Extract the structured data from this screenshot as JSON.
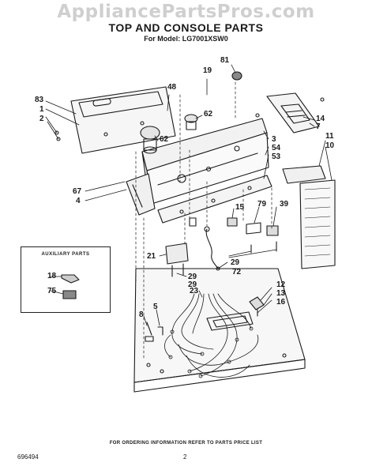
{
  "watermark": "AppliancePartsPros.com",
  "title": "TOP AND CONSOLE PARTS",
  "subtitle": "For Model: LG7001XSW0",
  "auxiliary_title": "AUXILIARY PARTS",
  "footer_note": "FOR ORDERING INFORMATION REFER TO PARTS PRICE LIST",
  "document_number": "696494",
  "page_number": "2",
  "callouts": {
    "c83": "83",
    "c1": "1",
    "c2": "2",
    "c48": "48",
    "c19": "19",
    "c81": "81",
    "c62a": "62",
    "c62b": "62",
    "c14": "14",
    "c7": "7",
    "c11": "11",
    "c10": "10",
    "c3": "3",
    "c54": "54",
    "c53": "53",
    "c67": "67",
    "c4": "4",
    "c15": "15",
    "c79": "79",
    "c39": "39",
    "c21": "21",
    "c29a": "29",
    "c29b": "29",
    "c72": "72",
    "c29c": "29",
    "c23": "23",
    "c18": "18",
    "c75": "75",
    "c5": "5",
    "c8": "8",
    "c12": "12",
    "c13": "13",
    "c16": "16"
  }
}
